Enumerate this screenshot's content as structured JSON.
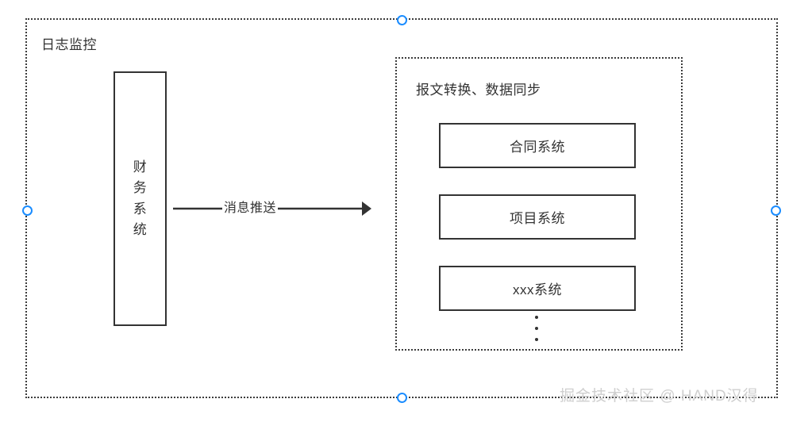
{
  "diagram": {
    "title": "日志监控",
    "watermark": "掘金技术社区 @ HAND汉得",
    "colors": {
      "stroke": "#333333",
      "dotted_stroke": "#3c3c3c",
      "handle": "#1a8cff",
      "watermark": "#cfcfcf",
      "background": "#ffffff"
    },
    "outer_container": {
      "label": "日志监控",
      "border_style": "dotted"
    },
    "inner_container": {
      "label": "报文转换、数据同步",
      "border_style": "dotted"
    },
    "source_node": {
      "label": "财务系统",
      "orientation": "vertical",
      "chars": [
        "财",
        "务",
        "系",
        "统"
      ]
    },
    "connector": {
      "label": "消息推送",
      "direction": "right",
      "arrowhead": "solid-triangle"
    },
    "target_nodes": [
      {
        "label": "合同系统"
      },
      {
        "label": "项目系统"
      },
      {
        "label": "xxx系统"
      }
    ],
    "continuation": {
      "symbol": "vertical-ellipsis",
      "dots": 3
    },
    "selection_handles": [
      {
        "name": "left",
        "position": "middle-left"
      },
      {
        "name": "top",
        "position": "top-center"
      },
      {
        "name": "right",
        "position": "middle-right"
      },
      {
        "name": "bottom",
        "position": "bottom-center"
      }
    ]
  }
}
